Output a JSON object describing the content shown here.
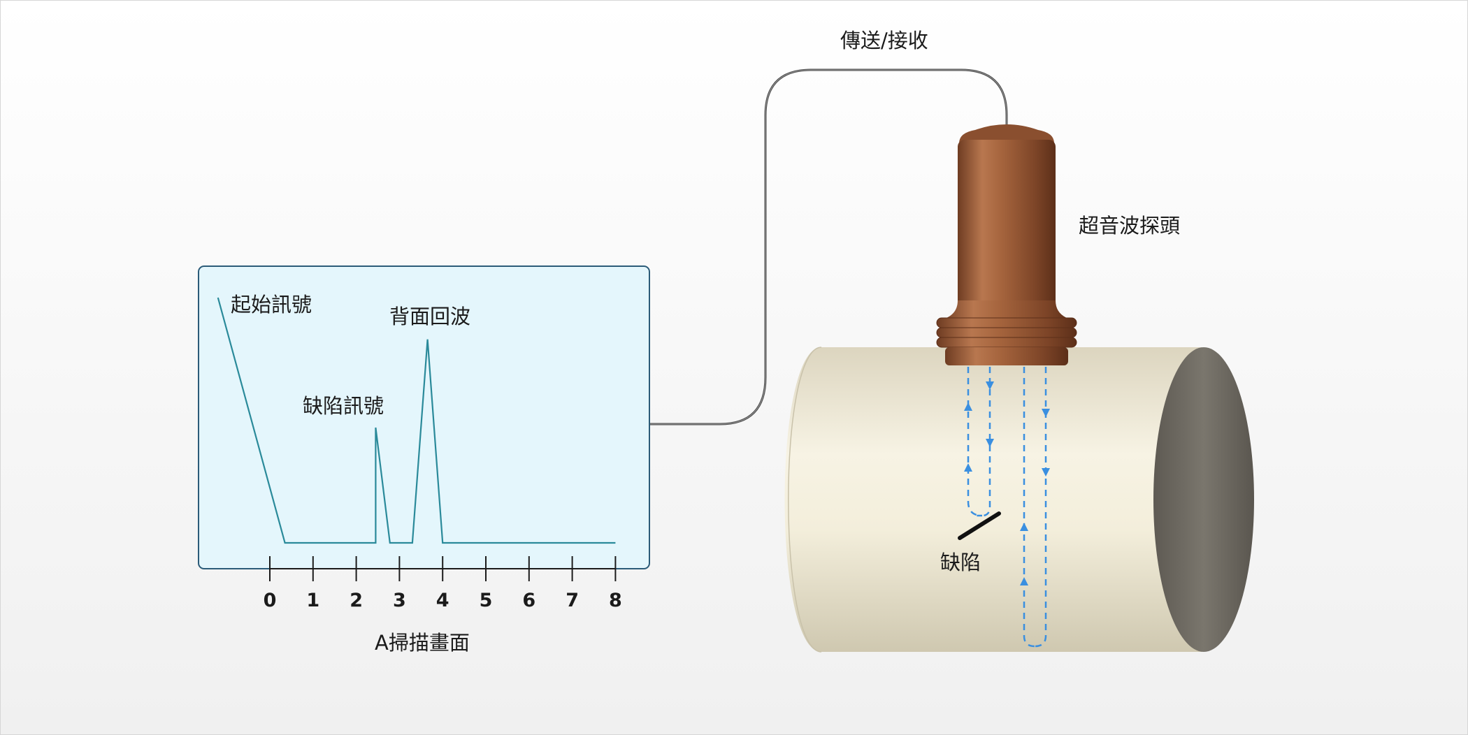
{
  "labels": {
    "transmit_receive": "傳送/接收",
    "probe": "超音波探頭",
    "defect": "缺陷",
    "scan_title": "A掃描畫面",
    "initial_pulse": "起始訊號",
    "defect_signal": "缺陷訊號",
    "back_echo": "背面回波"
  },
  "ascan": {
    "axis_ticks": [
      "0",
      "1",
      "2",
      "3",
      "4",
      "5",
      "6",
      "7",
      "8"
    ],
    "trace": [
      {
        "t": -1.2,
        "amp": 1.0
      },
      {
        "t": 0.35,
        "amp": 0.0
      },
      {
        "t": 2.45,
        "amp": 0.0
      },
      {
        "t": 2.45,
        "amp": 0.47
      },
      {
        "t": 2.78,
        "amp": 0.0
      },
      {
        "t": 3.3,
        "amp": 0.0
      },
      {
        "t": 3.65,
        "amp": 0.83
      },
      {
        "t": 4.0,
        "amp": 0.0
      },
      {
        "t": 8.0,
        "amp": 0.0
      }
    ]
  },
  "colors": {
    "screen_fill": "#e4f6fc",
    "screen_border": "#2b5b78",
    "trace": "#2a8a9a",
    "beam_arrows": "#3a8fe0",
    "cylinder": "#efe9d6",
    "cylinder_end": "#6e6a62",
    "probe": "#9a5b38",
    "cable": "#4a4a4a",
    "defect": "#111111"
  }
}
